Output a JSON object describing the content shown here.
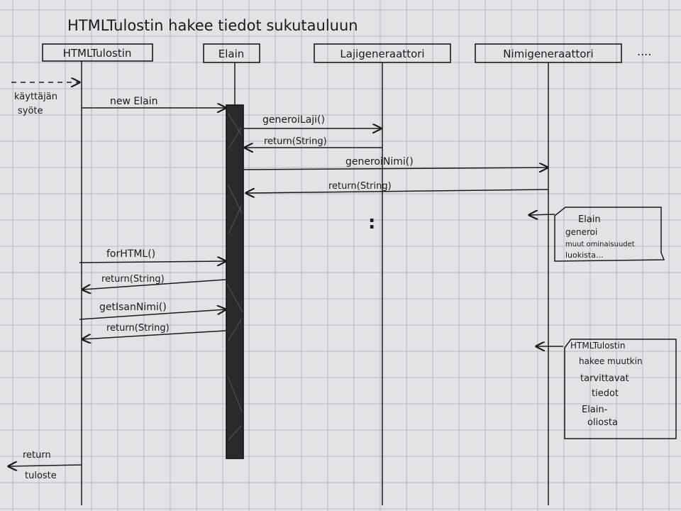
{
  "title": "HTMLTulostin hakee tiedot sukutauluun",
  "participants": [
    {
      "id": "p1",
      "label": "HTMLTulostin"
    },
    {
      "id": "p2",
      "label": "Elain"
    },
    {
      "id": "p3",
      "label": "Lajigeneraattori"
    },
    {
      "id": "p4",
      "label": "Nimigeneraattori"
    }
  ],
  "more_participants": "....",
  "user_input_label": [
    "käyttäjän",
    "syöte"
  ],
  "messages": [
    {
      "id": "m1",
      "label": "new Elain"
    },
    {
      "id": "m2",
      "label": "generoiLaji()"
    },
    {
      "id": "m3",
      "label": "return(String)"
    },
    {
      "id": "m4",
      "label": "generoiNimi()"
    },
    {
      "id": "m5",
      "label": "return(String)"
    },
    {
      "id": "m6",
      "label": "forHTML()"
    },
    {
      "id": "m7",
      "label": "return(String)"
    },
    {
      "id": "m8",
      "label": "getIsanNimi()"
    },
    {
      "id": "m9",
      "label": "return(String)"
    }
  ],
  "continuation": ":",
  "return_label": [
    "return",
    "tuloste"
  ],
  "notes": [
    {
      "id": "n1",
      "lines": [
        "Elain",
        "generoi",
        "muut ominaisuudet",
        "luokista..."
      ]
    },
    {
      "id": "n2",
      "lines": [
        "HTMLTulostin",
        "hakee muutkin",
        "tarvittavat",
        "tiedot",
        "Elain-",
        "oliosta"
      ]
    }
  ],
  "colors": {
    "paper": "#e3e2e6",
    "grid": "#b9b8c0",
    "ink": "#1a1a1a"
  }
}
